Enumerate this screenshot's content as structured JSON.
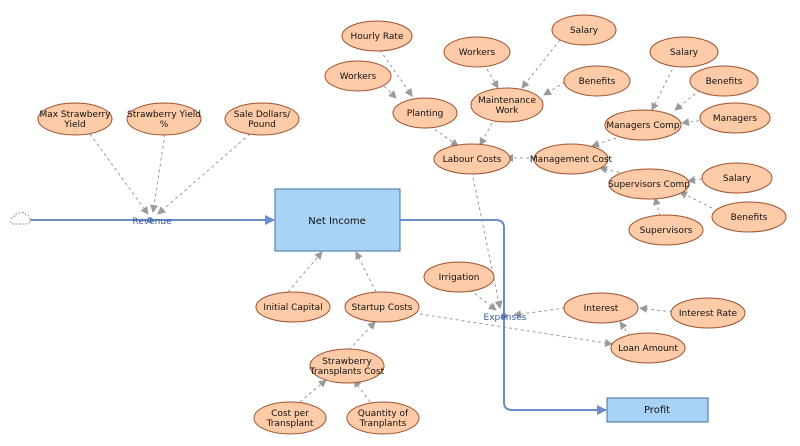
{
  "colors": {
    "node_fill": "#fdcba7",
    "node_stroke": "#a0522d",
    "stock_fill": "#a9d3f5",
    "stock_stroke": "#3f6fa8",
    "flow_stroke": "#6a8cc8",
    "link_stroke": "#9a9a9a"
  },
  "stocks": {
    "net_income": "Net Income",
    "profit": "Profit"
  },
  "flows": {
    "revenue": "Revenue",
    "expenses": "Expenses"
  },
  "variables": {
    "max_strawberry_yield": [
      "Max Strawberry",
      "Yield"
    ],
    "strawberry_yield_pct": [
      "Strawberry Yield",
      "%"
    ],
    "sale_dollars_pound": [
      "Sale Dollars/",
      "Pound"
    ],
    "hourly_rate": [
      "Hourly Rate"
    ],
    "workers_planting": [
      "Workers"
    ],
    "planting": [
      "Planting"
    ],
    "workers_maintenance": [
      "Workers"
    ],
    "salary_maintenance": [
      "Salary"
    ],
    "benefits_maintenance": [
      "Benefits"
    ],
    "maintenance_work": [
      "Maintenance",
      "Work"
    ],
    "salary_managers": [
      "Salary"
    ],
    "benefits_managers": [
      "Benefits"
    ],
    "managers": [
      "Managers"
    ],
    "managers_comp": [
      "Managers Comp"
    ],
    "labour_costs": [
      "Labour Costs"
    ],
    "management_cost": [
      "Management Cost"
    ],
    "supervisors_comp": [
      "Supervisors Comp"
    ],
    "salary_supervisors": [
      "Salary"
    ],
    "benefits_supervisors": [
      "Benefits"
    ],
    "supervisors": [
      "Supervisors"
    ],
    "irrigation": [
      "Irrigation"
    ],
    "interest": [
      "Interest"
    ],
    "interest_rate": [
      "Interest Rate"
    ],
    "loan_amount": [
      "Loan Amount"
    ],
    "initial_capital": [
      "Initial Capital"
    ],
    "startup_costs": [
      "Startup Costs"
    ],
    "strawberry_transplants_cost": [
      "Strawberry",
      "Transplants Cost"
    ],
    "cost_per_transplant": [
      "Cost per",
      "Transplant"
    ],
    "quantity_of_transplants": [
      "Quantity of",
      "Tranplants"
    ]
  }
}
